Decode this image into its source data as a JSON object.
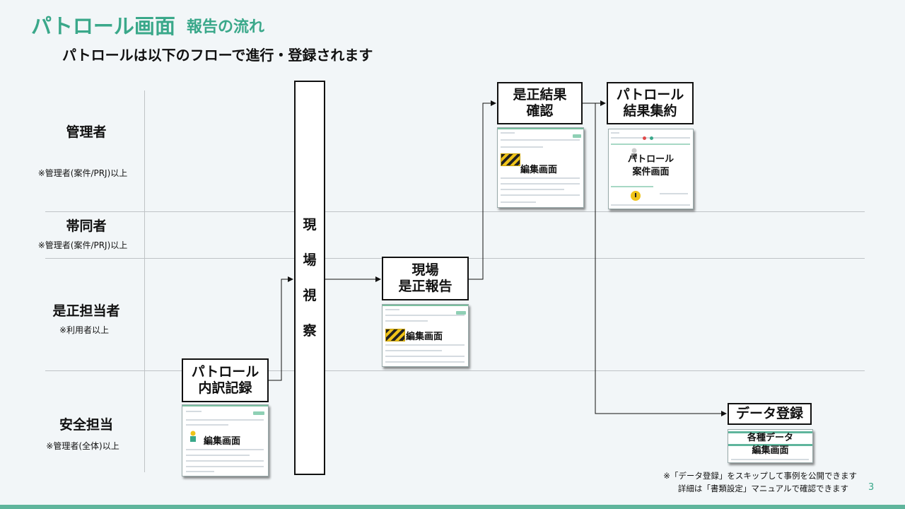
{
  "header": {
    "title": "パトロール画面",
    "subtitle": "報告の流れ",
    "lead": "パトロールは以下のフローで進行・登録されます"
  },
  "roles": [
    {
      "name": "管理者",
      "note": "※管理者(案件/PRJ)以上"
    },
    {
      "name": "帯同者",
      "note": "※管理者(案件/PRJ)以上"
    },
    {
      "name": "是正担当者",
      "note": "※利用者以上"
    },
    {
      "name": "安全担当",
      "note": "※管理者(全体)以上"
    }
  ],
  "flow": {
    "patrol_record": "パトロール\n内訳記録",
    "site_visit": [
      "現",
      "場",
      "視",
      "察"
    ],
    "site_report": "現場\n是正報告",
    "confirm": "是正結果\n確認",
    "summary": "パトロール\n結果集約",
    "data_register": "データ登録"
  },
  "thumbnails": {
    "edit_screen": "編集画面",
    "case_screen_1": "パトロール",
    "case_screen_2": "案件画面",
    "data_screen_1": "各種データ",
    "data_screen_2": "編集画面"
  },
  "footnote": {
    "line1": "※「データ登録」をスキップして事例を公開できます",
    "line2": "詳細は「書類設定」マニュアルで確認できます"
  },
  "page_number": "3",
  "colors": {
    "accent": "#3aa88a",
    "line": "#bfc3c6",
    "bottom_bar": "#5fb59c"
  }
}
